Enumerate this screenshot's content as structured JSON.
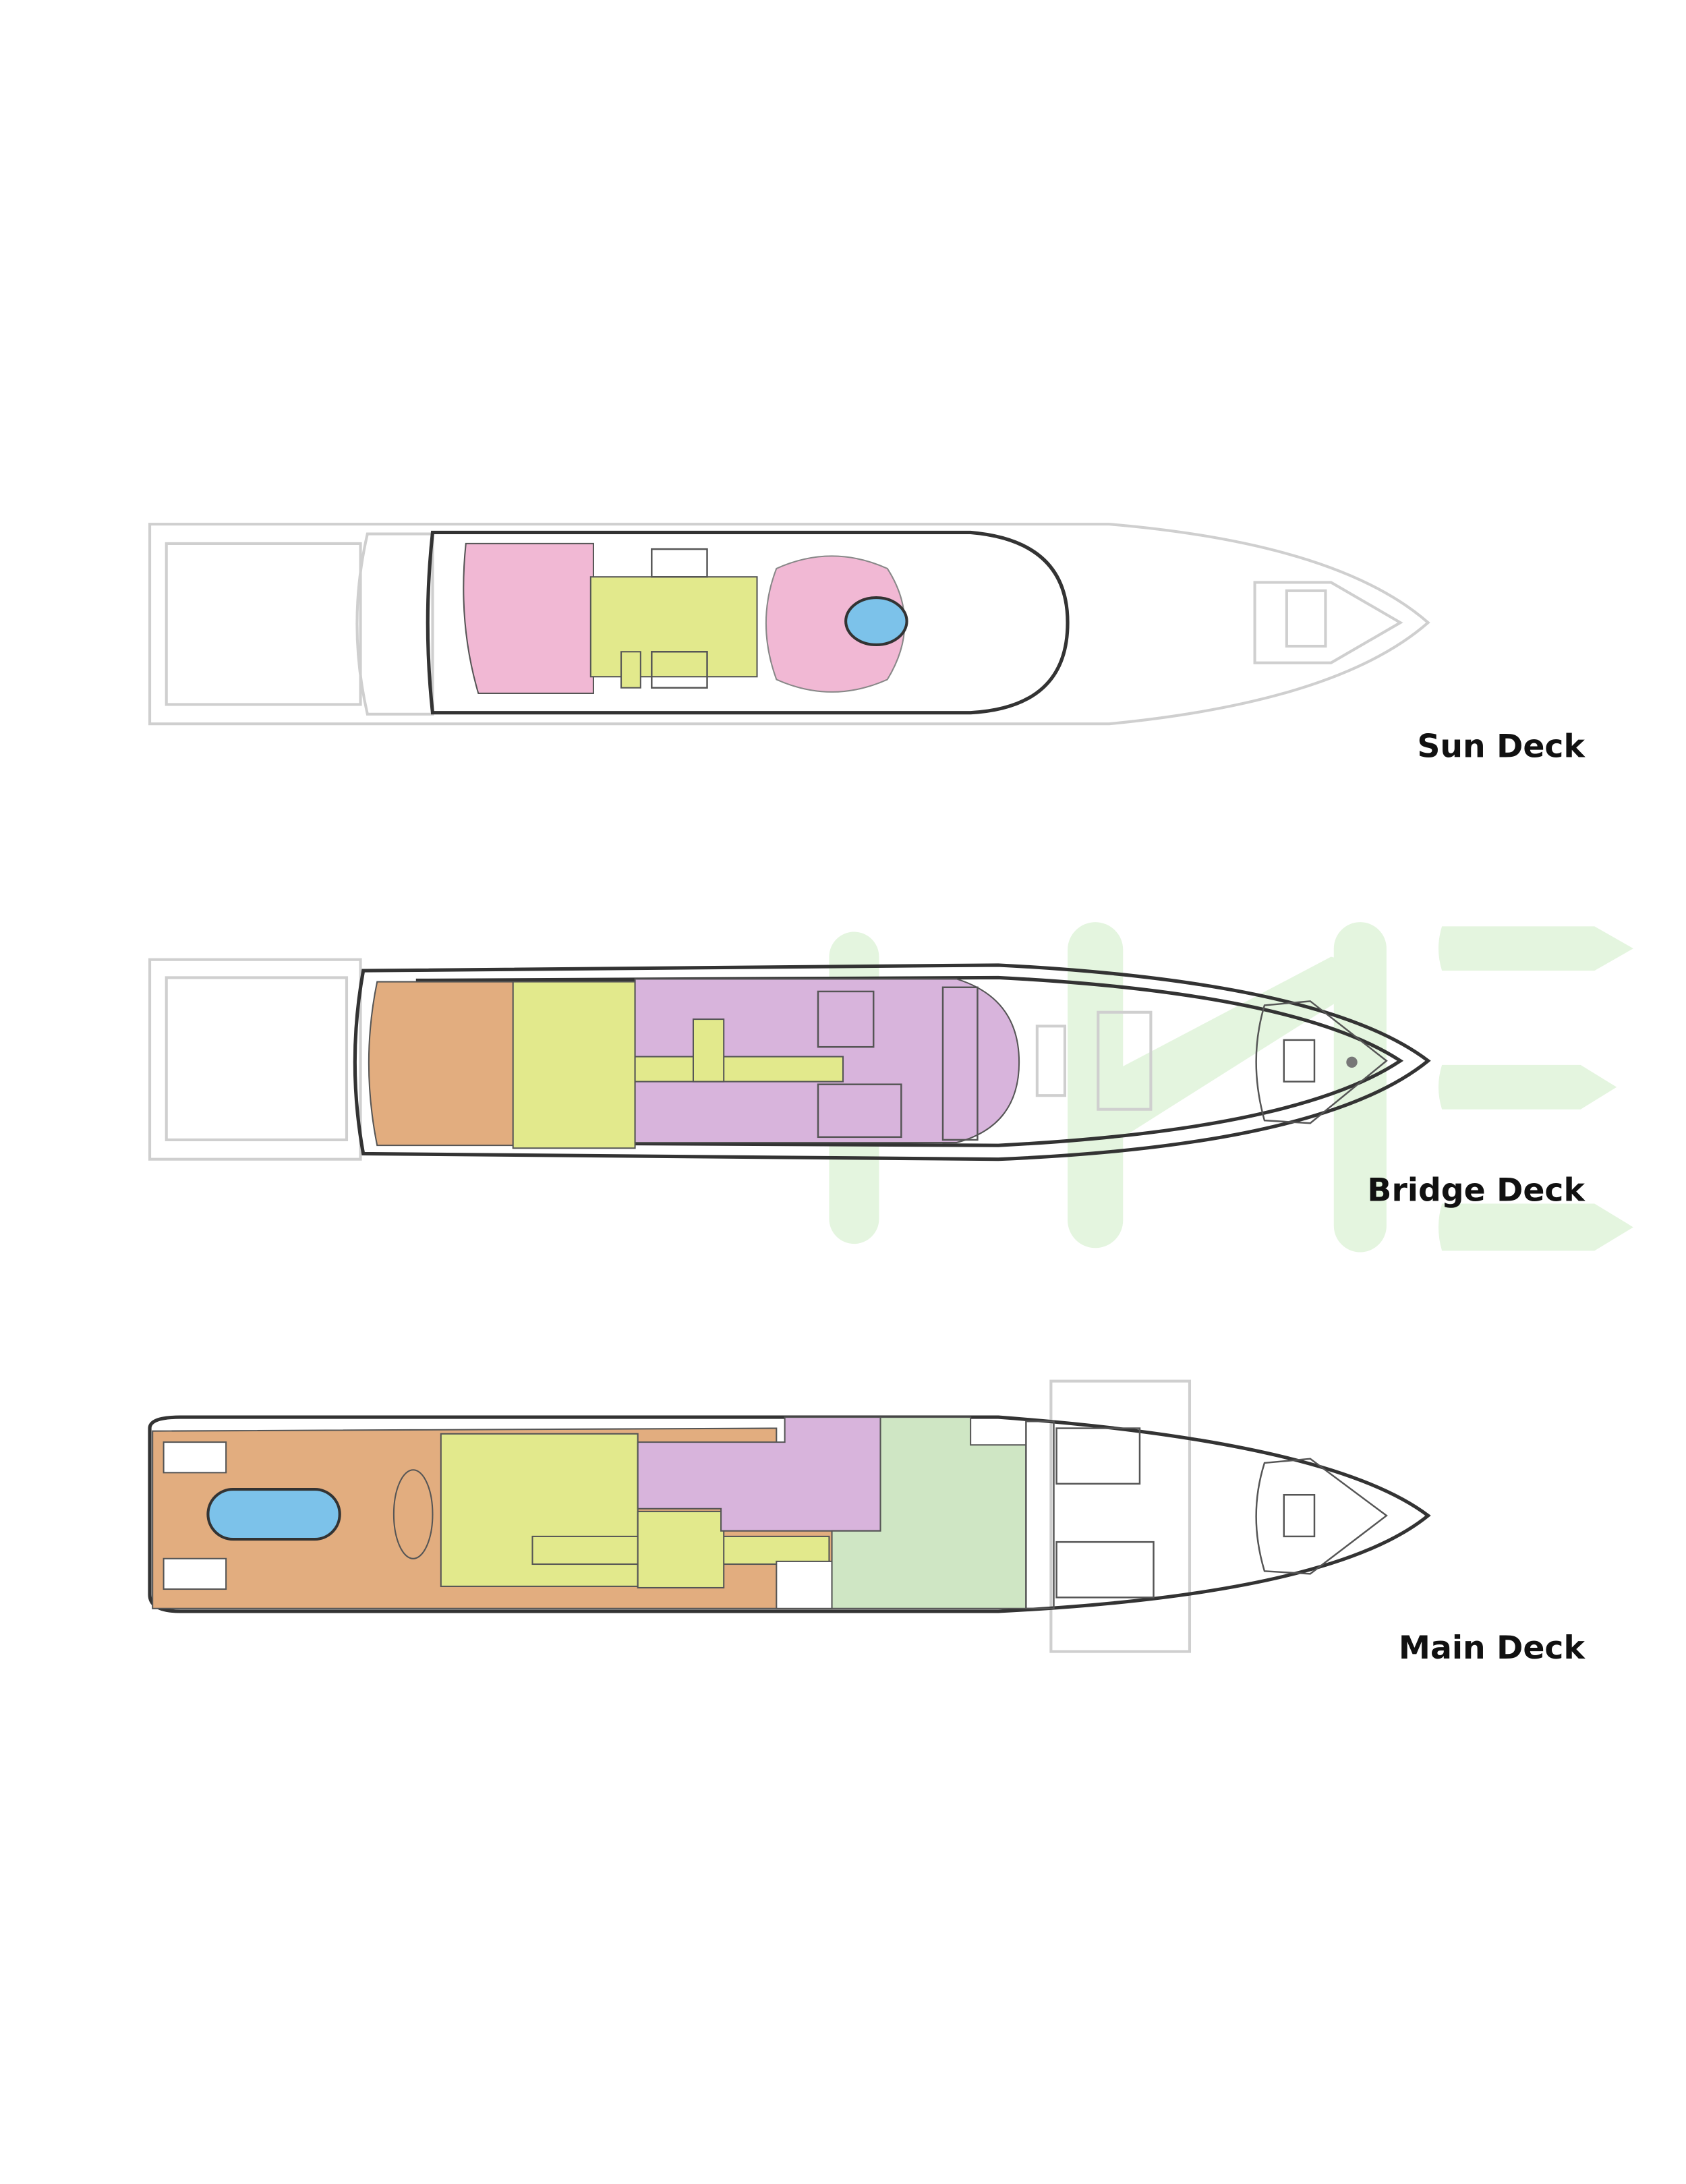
{
  "decks": [
    {
      "label": "Sun Deck"
    },
    {
      "label": "Bridge Deck"
    },
    {
      "label": "Main Deck"
    }
  ],
  "colors": {
    "pink_zone": "#f1b8d4",
    "yellow_zone": "#e2e98c",
    "tan_zone": "#e2ad7f",
    "purple_zone": "#d8b4dc",
    "green_zone": "#cfe6c4",
    "pool": "#7cc2ea",
    "watermark": "#e2f4dd"
  }
}
